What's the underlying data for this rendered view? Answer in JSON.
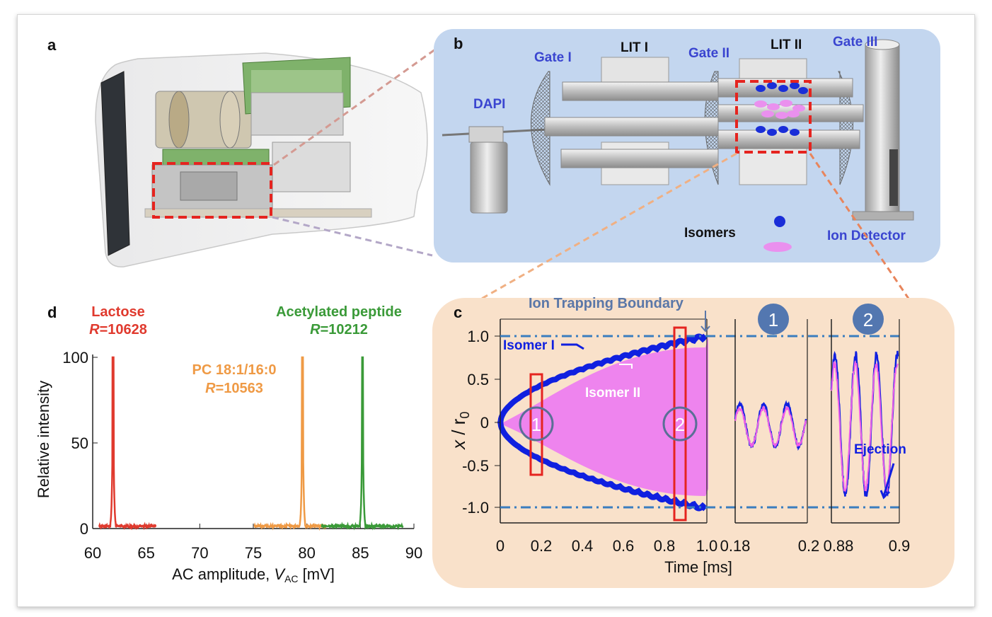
{
  "panel_a": {
    "label": "a"
  },
  "panel_b": {
    "label": "b",
    "labels": {
      "gate1": "Gate I",
      "lit1": "LIT I",
      "gate2": "Gate II",
      "lit2": "LIT II",
      "gate3": "Gate III",
      "dapi": "DAPI",
      "isomers": "Isomers",
      "detector": "Ion Detector"
    }
  },
  "panel_c": {
    "label": "c",
    "boundary_label": "Ion Trapping Boundary",
    "isomer1": "Isomer I",
    "isomer2": "Isomer II",
    "ejection": "Ejection",
    "marker1": "1",
    "marker2": "2",
    "ylabel_var": "x",
    "ylabel_sub": "0",
    "ylabel_div": " / r",
    "xlabel": "Time [ms]",
    "yticks": [
      "1.0",
      "0.5",
      "0",
      "-0.5",
      "-1.0"
    ],
    "xticks": [
      "0",
      "0.2",
      "0.4",
      "0.6",
      "0.8",
      "1.0"
    ],
    "zoom1_ticks": [
      "0.18",
      "0.2"
    ],
    "zoom2_ticks": [
      "0.88",
      "0.9"
    ]
  },
  "panel_d": {
    "label": "d",
    "ylabel": "Relative intensity",
    "xlabel_pre": "AC amplitude, ",
    "xlabel_var": "V",
    "xlabel_sub": "AC",
    "xlabel_post": " [mV]",
    "xticks": [
      "60",
      "65",
      "70",
      "75",
      "80",
      "85",
      "90"
    ],
    "yticks": [
      "100",
      "50",
      "0"
    ]
  },
  "chart_data": {
    "type": "line",
    "xlabel": "AC amplitude, V_AC [mV]",
    "ylabel": "Relative intensity",
    "xlim": [
      60,
      90
    ],
    "ylim": [
      0,
      100
    ],
    "series": [
      {
        "name": "Lactose",
        "resolution": "R=10628",
        "color": "#e03a2e",
        "range": [
          60.6,
          65.9
        ],
        "peak_x": 61.9,
        "peak_y": 100
      },
      {
        "name": "PC 18:1/16:0",
        "resolution": "R=10563",
        "color": "#ef9a45",
        "range": [
          75.1,
          81.8
        ],
        "peak_x": 79.6,
        "peak_y": 100
      },
      {
        "name": "Acetylated peptide",
        "resolution": "R=10212",
        "color": "#3a9a38",
        "range": [
          81.4,
          89.0
        ],
        "peak_x": 85.2,
        "peak_y": 100
      }
    ]
  }
}
